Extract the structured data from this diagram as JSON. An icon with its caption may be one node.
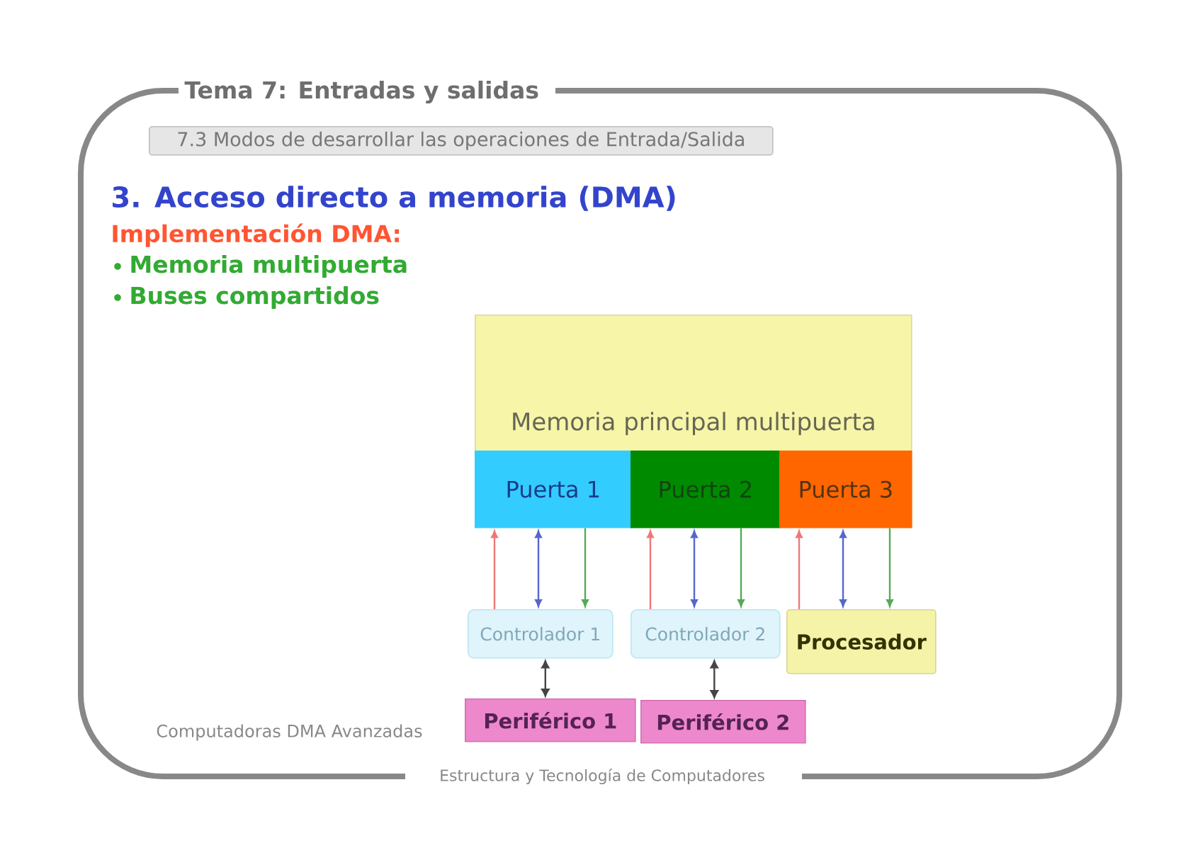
{
  "diagram": {
    "title": "3. Acceso directo a memoria (DMA)",
    "nodes": [
      {
        "text": [
          "7.3 Modos de desarrollar las operaciones de Entrada/Salida"
        ]
      },
      {
        "text": [
          "Memoria principal multipuerta"
        ]
      },
      {
        "text": [
          "Puerta 1"
        ]
      },
      {
        "text": [
          "Puerta 2"
        ]
      },
      {
        "text": [
          "Puerta 3"
        ]
      },
      {
        "text": [
          "Controlador 1"
        ]
      },
      {
        "text": [
          "Controlador 2"
        ]
      },
      {
        "text": [
          "Procesador"
        ]
      },
      {
        "text": [
          "Periférico 1"
        ]
      },
      {
        "text": [
          "Periférico 2"
        ]
      }
    ],
    "edges": [
      {
        "from": 5,
        "to": 2,
        "arrow": "to",
        "color": "#ee7777"
      },
      {
        "from": 5,
        "to": 2,
        "arrow": "both",
        "color": "#5566cc"
      },
      {
        "from": 2,
        "to": 5,
        "arrow": "to",
        "color": "#55aa55"
      },
      {
        "from": 6,
        "to": 3,
        "arrow": "to",
        "color": "#ee7777"
      },
      {
        "from": 6,
        "to": 3,
        "arrow": "both",
        "color": "#5566cc"
      },
      {
        "from": 3,
        "to": 6,
        "arrow": "to",
        "color": "#55aa55"
      },
      {
        "from": 7,
        "to": 4,
        "arrow": "to",
        "color": "#ee7777"
      },
      {
        "from": 7,
        "to": 4,
        "arrow": "both",
        "color": "#5566cc"
      },
      {
        "from": 4,
        "to": 7,
        "arrow": "to",
        "color": "#55aa55"
      },
      {
        "from": 5,
        "to": 8,
        "arrow": "both",
        "color": "#444444"
      },
      {
        "from": 6,
        "to": 9,
        "arrow": "both",
        "color": "#444444"
      }
    ],
    "labels": [
      "Tema 7: Entradas y salidas",
      "Implementación DMA:",
      "Memoria multipuerta",
      "Buses compartidos",
      "Computadoras DMA Avanzadas",
      "Estructura y Tecnología de Computadores"
    ]
  }
}
